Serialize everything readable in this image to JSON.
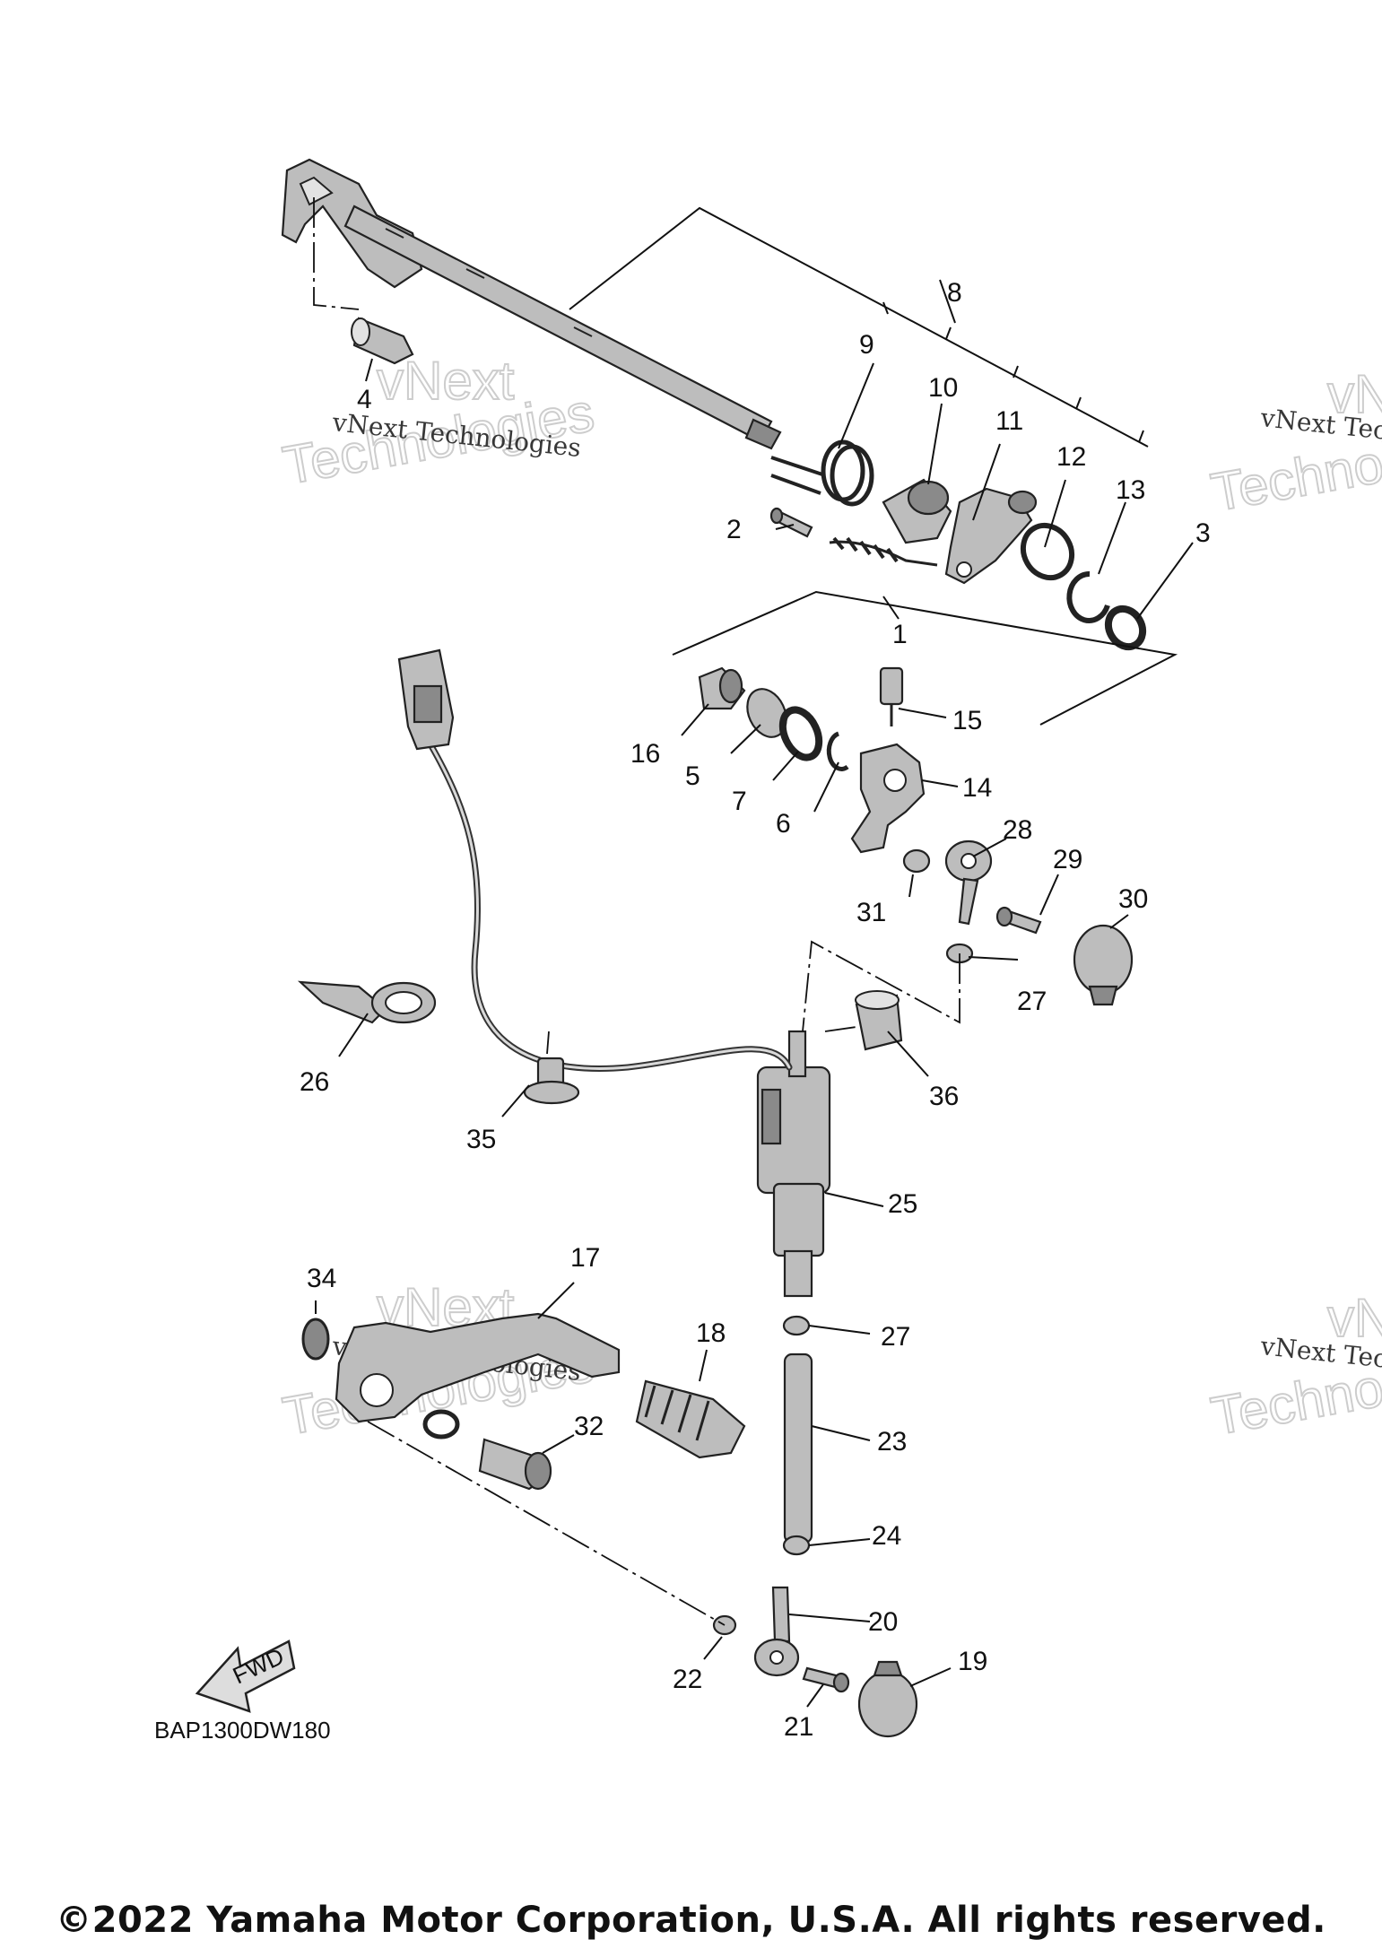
{
  "diagram_code": "BAP1300DW180",
  "fwd_label": "FWD",
  "copyright": "©2022 Yamaha Motor Corporation, U.S.A. All rights reserved.",
  "watermark": {
    "line": "vNext Technologies",
    "big_top": "vNext",
    "big_bottom": "Technologies"
  },
  "callouts": [
    "1",
    "2",
    "3",
    "4",
    "5",
    "6",
    "7",
    "8",
    "9",
    "10",
    "11",
    "12",
    "13",
    "14",
    "15",
    "16",
    "17",
    "18",
    "19",
    "20",
    "21",
    "22",
    "23",
    "24",
    "25",
    "26",
    "27",
    "28",
    "29",
    "30",
    "31",
    "32",
    "34",
    "35",
    "36"
  ]
}
